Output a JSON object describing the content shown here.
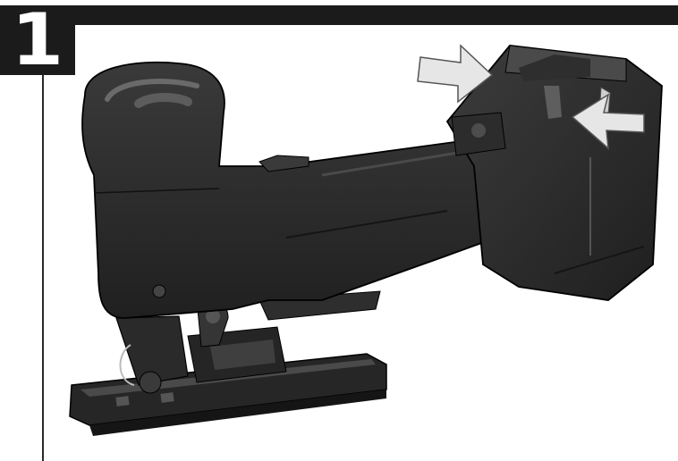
{
  "step": {
    "number": "1"
  },
  "colors": {
    "ink": "#1b1b1b",
    "tool_body": "#2c2c2c",
    "tool_highlight": "#5a5a5a",
    "arrow_fill": "#e6e6e6",
    "arrow_stroke": "#555555"
  },
  "illustration": {
    "subject": "jigsaw-with-battery-pack",
    "arrow_count": 2
  }
}
